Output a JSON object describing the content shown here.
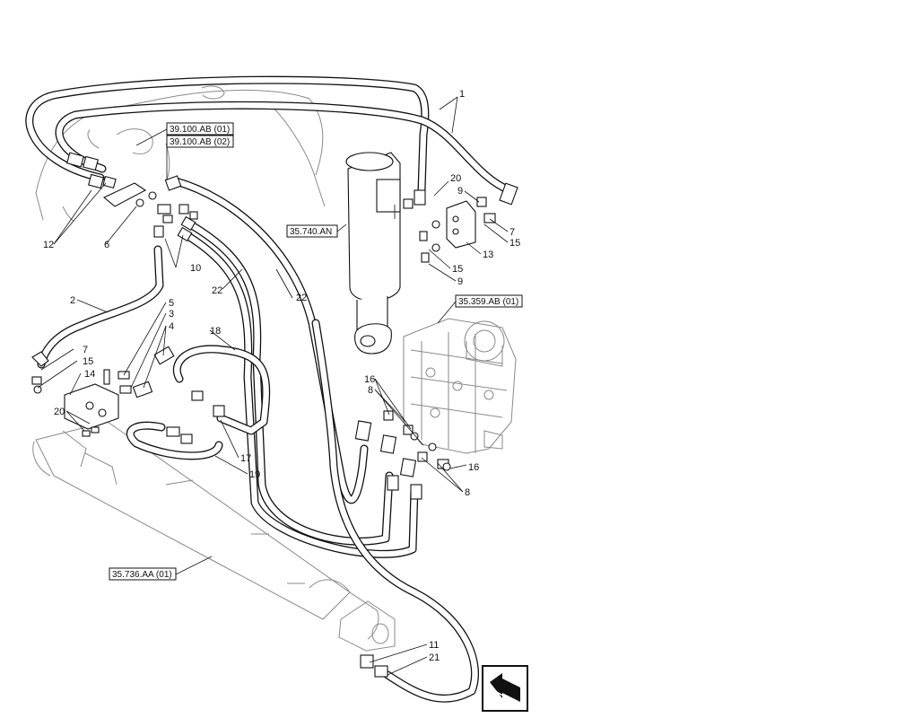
{
  "diagram": {
    "callouts": [
      {
        "id": "c1",
        "text": "1"
      },
      {
        "id": "c20a",
        "text": "20"
      },
      {
        "id": "c9a",
        "text": "9"
      },
      {
        "id": "c7a",
        "text": "7"
      },
      {
        "id": "c15a",
        "text": "15"
      },
      {
        "id": "c13",
        "text": "13"
      },
      {
        "id": "c15b",
        "text": "15"
      },
      {
        "id": "c9b",
        "text": "9"
      },
      {
        "id": "c12",
        "text": "12"
      },
      {
        "id": "c6",
        "text": "6"
      },
      {
        "id": "c10",
        "text": "10"
      },
      {
        "id": "c2",
        "text": "2"
      },
      {
        "id": "c22a",
        "text": "22"
      },
      {
        "id": "c22b",
        "text": "22"
      },
      {
        "id": "c5",
        "text": "5"
      },
      {
        "id": "c3",
        "text": "3"
      },
      {
        "id": "c4",
        "text": "4"
      },
      {
        "id": "c18",
        "text": "18"
      },
      {
        "id": "c7b",
        "text": "7"
      },
      {
        "id": "c15c",
        "text": "15"
      },
      {
        "id": "c14",
        "text": "14"
      },
      {
        "id": "c20b",
        "text": "20"
      },
      {
        "id": "c16a",
        "text": "16"
      },
      {
        "id": "c8a",
        "text": "8"
      },
      {
        "id": "c16b",
        "text": "16"
      },
      {
        "id": "c8b",
        "text": "8"
      },
      {
        "id": "c17",
        "text": "17"
      },
      {
        "id": "c19",
        "text": "19"
      },
      {
        "id": "c11",
        "text": "11"
      },
      {
        "id": "c21",
        "text": "21"
      }
    ],
    "references": [
      {
        "id": "r1",
        "text": "39.100.AB (01)"
      },
      {
        "id": "r2",
        "text": "39.100.AB (02)"
      },
      {
        "id": "r3",
        "text": "35.740.AN"
      },
      {
        "id": "r4",
        "text": "35.359.AB (01)"
      },
      {
        "id": "r5",
        "text": "35.736.AA (01)"
      }
    ],
    "icons": [
      "page-arrow-icon"
    ]
  }
}
